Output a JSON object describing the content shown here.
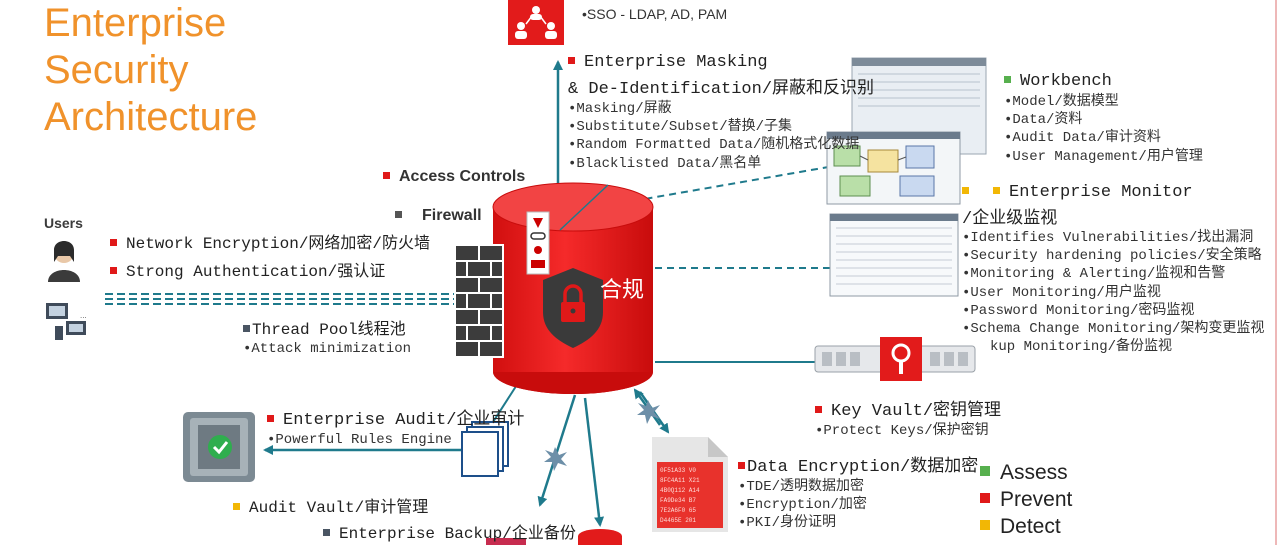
{
  "title": {
    "line1": "Enterprise",
    "line2": "Security",
    "line3": "Architecture"
  },
  "users": {
    "label": "Users"
  },
  "center": {
    "label": "合规"
  },
  "left_controls": [
    {
      "text": "Network Encryption/网络加密/防火墙"
    },
    {
      "text": "Strong Authentication/强认证"
    }
  ],
  "access_controls": "Access Controls",
  "firewall": "Firewall",
  "thread_pool": {
    "title": "Thread Pool线程池",
    "items": [
      "•Attack minimization"
    ]
  },
  "enterprise_auth": {
    "items": [
      "•SSO - LDAP, AD, PAM"
    ]
  },
  "masking": {
    "title_line1": "Enterprise Masking",
    "title_line2": "& De-Identification/屏蔽和反识别",
    "items": [
      "•Masking/屏蔽",
      "•Substitute/Subset/替换/子集",
      "•Random Formatted Data/随机格式化数据",
      "•Blacklisted Data/黑名单"
    ]
  },
  "workbench": {
    "title": "Workbench",
    "items": [
      "•Model/数据模型",
      "•Data/资料",
      "•Audit Data/审计资料",
      "•User Management/用户管理"
    ]
  },
  "monitor": {
    "title_line1": "Enterprise Monitor",
    "title_line2": "/企业级监视",
    "items": [
      "•Identifies Vulnerabilities/找出漏洞",
      "•Security hardening policies/安全策略",
      "•Monitoring & Alerting/监视和告警",
      "•User Monitoring/用户监视",
      "•Password Monitoring/密码监视",
      "•Schema Change Monitoring/架构变更监视",
      "kup Monitoring/备份监视"
    ]
  },
  "key_vault": {
    "title": "Key Vault/密钥管理",
    "items": [
      "•Protect Keys/保护密钥"
    ]
  },
  "audit": {
    "title": "Enterprise Audit/企业审计",
    "items": [
      "•Powerful Rules Engine"
    ]
  },
  "audit_vault": {
    "title": "Audit Vault/审计管理"
  },
  "backup": {
    "title": "Enterprise Backup/企业备份"
  },
  "data_encryption": {
    "title": "Data Encryption/数据加密",
    "items": [
      "•TDE/透明数据加密",
      "•Encryption/加密",
      "•PKI/身份证明"
    ]
  },
  "legend": [
    {
      "label": "Assess",
      "color": "#57b04e"
    },
    {
      "label": "Prevent",
      "color": "#e01919"
    },
    {
      "label": "Detect",
      "color": "#f2b705"
    }
  ],
  "colors": {
    "accent": "#f0922b",
    "database_red": "#ee1c1c",
    "connector": "#1f7a8c"
  }
}
